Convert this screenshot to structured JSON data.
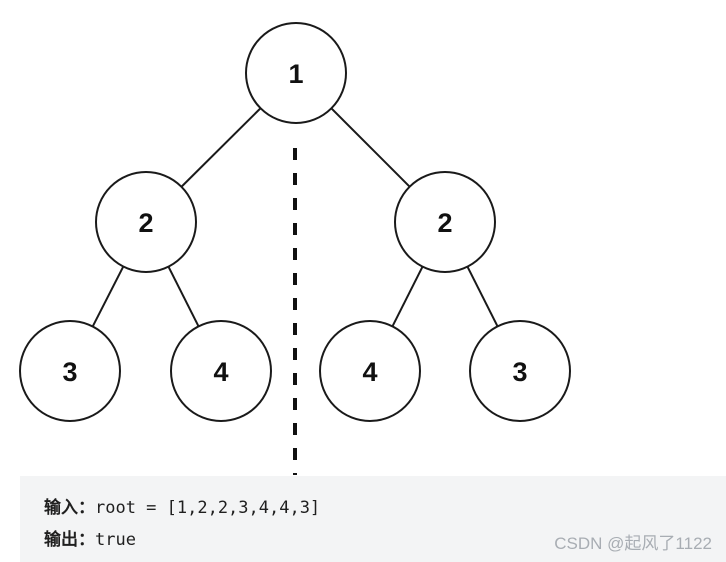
{
  "tree": {
    "nodes": [
      {
        "id": "root",
        "value": "1"
      },
      {
        "id": "left",
        "value": "2"
      },
      {
        "id": "right",
        "value": "2"
      },
      {
        "id": "left-left",
        "value": "3"
      },
      {
        "id": "left-right",
        "value": "4"
      },
      {
        "id": "right-left",
        "value": "4"
      },
      {
        "id": "right-right",
        "value": "3"
      }
    ],
    "edges": [
      [
        "root",
        "left"
      ],
      [
        "root",
        "right"
      ],
      [
        "left",
        "left-left"
      ],
      [
        "left",
        "left-right"
      ],
      [
        "right",
        "right-left"
      ],
      [
        "right",
        "right-right"
      ]
    ]
  },
  "example": {
    "input_label": "输入：",
    "input_value": "root = [1,2,2,3,4,4,3]",
    "output_label": "输出：",
    "output_value": "true"
  },
  "watermark": "CSDN @起风了1122"
}
